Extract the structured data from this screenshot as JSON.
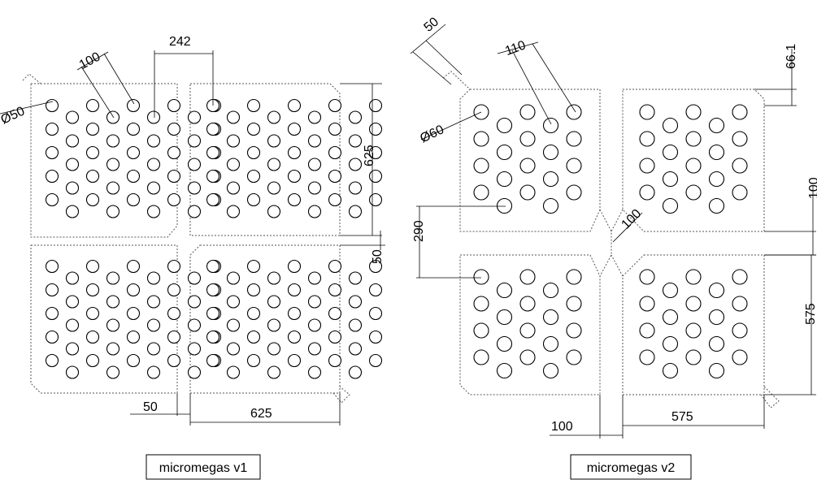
{
  "captions": {
    "v1": "micromegas v1",
    "v2": "micromegas v2"
  },
  "v1": {
    "dims": {
      "pitch": "100",
      "gap": "242",
      "hole": "Ø50",
      "height": "625",
      "spacer": "50",
      "bottom_gap": "50",
      "width": "625"
    }
  },
  "v2": {
    "dims": {
      "spacer_top": "50",
      "pitch": "110",
      "height_offset": "66.1",
      "hole": "Ø60",
      "channel_diag": "100",
      "channel_right": "100",
      "row_offset": "290",
      "height": "575",
      "bottom_gap": "100",
      "width": "575"
    }
  }
}
